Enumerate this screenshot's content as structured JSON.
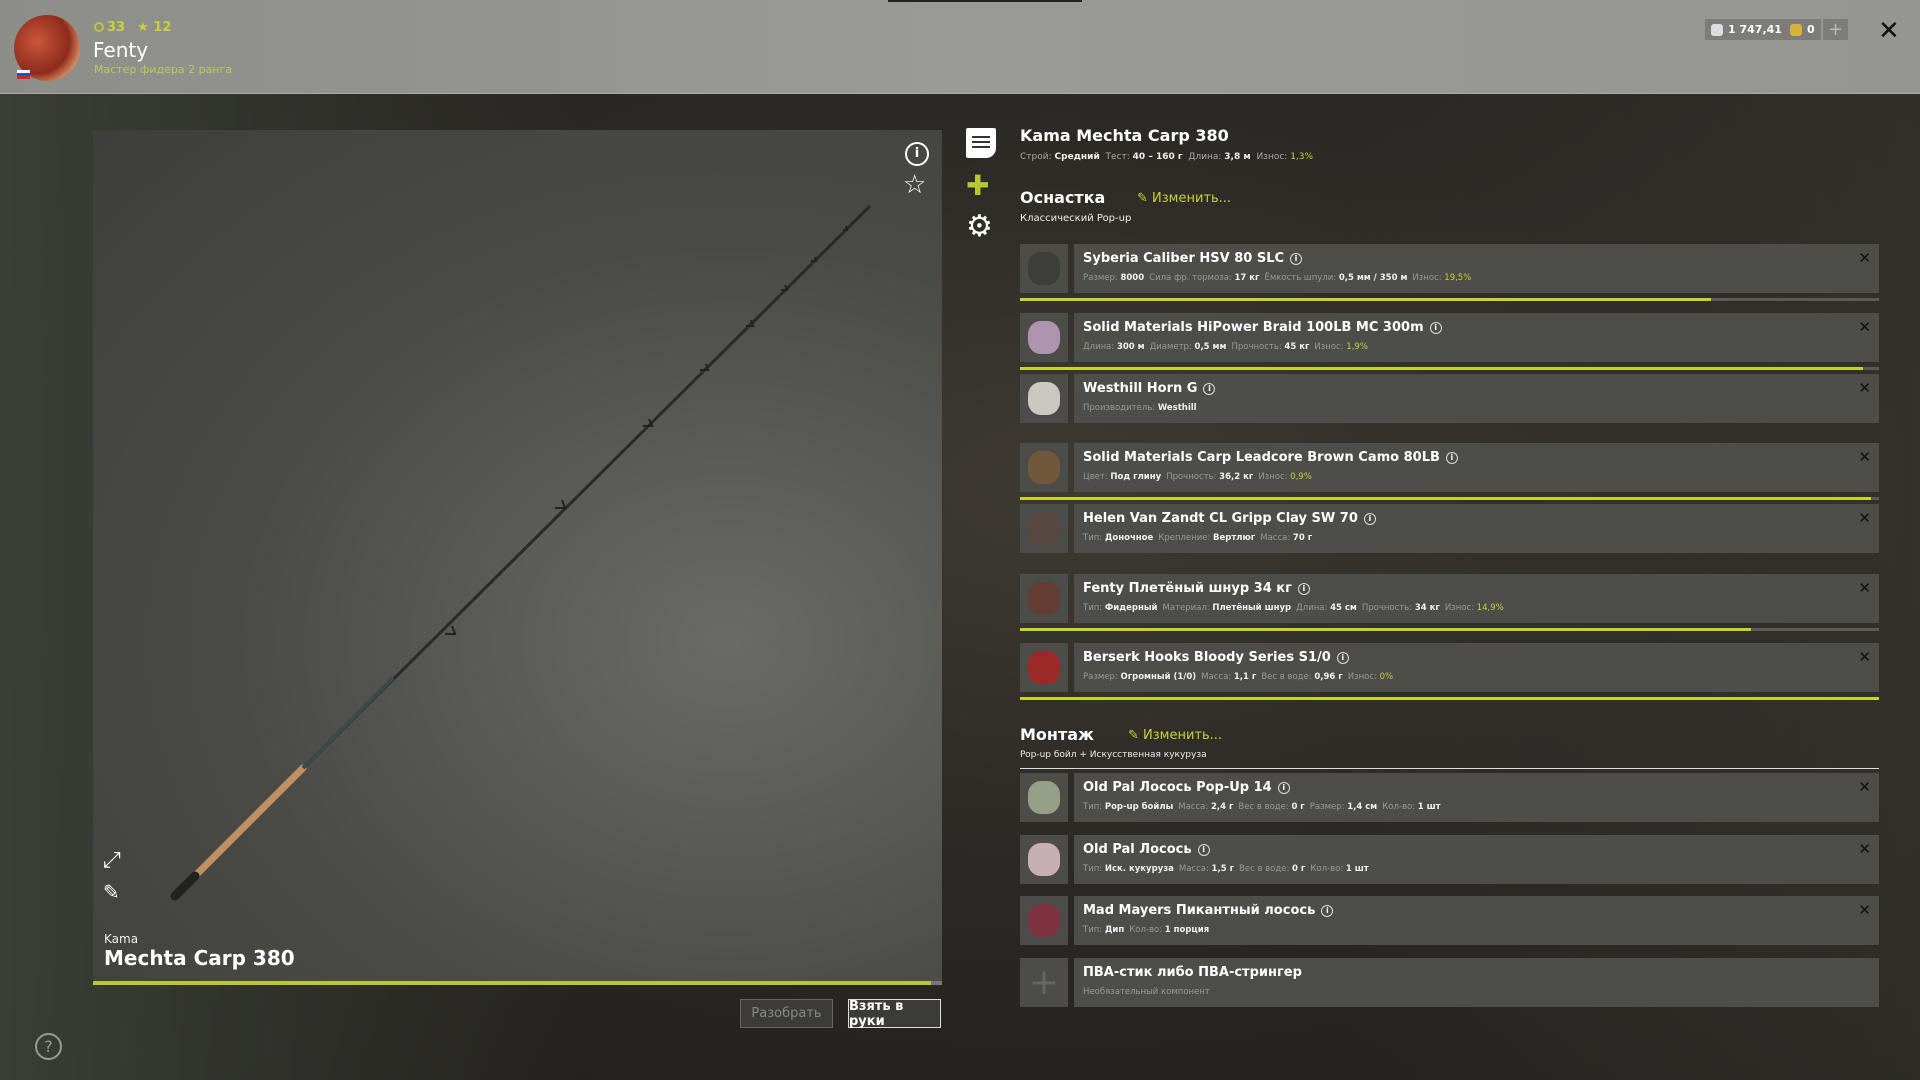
{
  "header": {
    "level": "33",
    "stars": "12",
    "player_name": "Fenty",
    "rank": "Мастер фидера 2 ранга",
    "silver": "1 747,41",
    "gold": "0",
    "add": "+",
    "close": "✕"
  },
  "viewer": {
    "brand": "Kama",
    "model": "Mechta Carp 380",
    "condition_fraction": 0.987,
    "disassemble": "Разобрать",
    "take": "Взять в руки"
  },
  "rod": {
    "title": "Kama Mechta Carp 380",
    "props": [
      [
        "Строй:",
        "Средний"
      ],
      [
        "Тест:",
        "40 – 160 г"
      ],
      [
        "Длина:",
        "3,8 м"
      ]
    ],
    "wear_label": "Износ:",
    "wear": "1,3%"
  },
  "tackle": {
    "title": "Оснастка",
    "edit": "Изменить...",
    "subtitle": "Классический Pop-up"
  },
  "mount": {
    "title": "Монтаж",
    "edit": "Изменить...",
    "subtitle": "Pop-up бойл + Искусственная кукуруза"
  },
  "items": [
    {
      "name": "Syberia Caliber HSV 80 SLC",
      "props": [
        [
          "Размер:",
          "8000"
        ],
        [
          "Сила фр. тормоза:",
          "17 кг"
        ],
        [
          "Ёмкость шпули:",
          "0,5 мм / 350 м"
        ]
      ],
      "wear": "19,5%",
      "condition": 0.805,
      "thumb": "#3a3a3a"
    },
    {
      "name": "Solid Materials HiPower Braid 100LB MC 300m",
      "props": [
        [
          "Длина:",
          "300 м"
        ],
        [
          "Диаметр:",
          "0,5 мм"
        ],
        [
          "Прочность:",
          "45 кг"
        ]
      ],
      "wear": "1,9%",
      "condition": 0.981,
      "thumb": "#c9a6c9"
    },
    {
      "name": "Westhill Horn G",
      "props": [
        [
          "Производитель:",
          "Westhill"
        ]
      ],
      "thumb": "#e8e8e0"
    },
    {
      "name": "Solid Materials Carp Leadcore Brown Camo 80LB",
      "props": [
        [
          "Цвет:",
          "Под глину"
        ],
        [
          "Прочность:",
          "36,2 кг"
        ]
      ],
      "wear": "0,9%",
      "condition": 0.991,
      "thumb": "#7a5a3a"
    },
    {
      "name": "Helen Van Zandt CL Gripp Clay SW 70",
      "props": [
        [
          "Тип:",
          "Доночное"
        ],
        [
          "Крепление:",
          "Вертлюг"
        ],
        [
          "Масса:",
          "70 г"
        ]
      ],
      "thumb": "#5a4640"
    },
    {
      "name": "Fenty Плетёный шнур 34 кг",
      "props": [
        [
          "Тип:",
          "Фидерный"
        ],
        [
          "Материал:",
          "Плетёный шнур"
        ],
        [
          "Длина:",
          "45 см"
        ],
        [
          "Прочность:",
          "34 кг"
        ]
      ],
      "wear": "14,9%",
      "condition": 0.851,
      "thumb": "#6a3a30"
    },
    {
      "name": "Berserk Hooks Bloody Series S1/0",
      "props": [
        [
          "Размер:",
          "Огромный (1/0)"
        ],
        [
          "Масса:",
          "1,1 г"
        ],
        [
          "Вес в воде:",
          "0,96 г"
        ]
      ],
      "wear": "0%",
      "condition": 1.0,
      "thumb": "#b02020"
    }
  ],
  "mount_items": [
    {
      "name": "Old Pal Лосось Pop-Up 14",
      "props": [
        [
          "Тип:",
          "Pop-up бойлы"
        ],
        [
          "Масса:",
          "2,4 г"
        ],
        [
          "Вес в воде:",
          "0 г"
        ],
        [
          "Размер:",
          "1,4 см"
        ],
        [
          "Кол-во:",
          "1 шт"
        ]
      ],
      "thumb": "#a9b59a"
    },
    {
      "name": "Old Pal Лосось",
      "props": [
        [
          "Тип:",
          "Иск. кукуруза"
        ],
        [
          "Масса:",
          "1,5 г"
        ],
        [
          "Вес в воде:",
          "0 г"
        ],
        [
          "Кол-во:",
          "1 шт"
        ]
      ],
      "thumb": "#e6c8d0"
    },
    {
      "name": "Mad Mayers Пикантный лосось",
      "props": [
        [
          "Тип:",
          "Дип"
        ],
        [
          "Кол-во:",
          "1 порция"
        ]
      ],
      "thumb": "#8a2a40"
    }
  ],
  "optional": {
    "name": "ПВА-стик либо ПВА-стрингер",
    "note": "Необязательный компонент"
  },
  "colors": {
    "accent": "#c3d33a",
    "card": "#4d4d4a"
  }
}
